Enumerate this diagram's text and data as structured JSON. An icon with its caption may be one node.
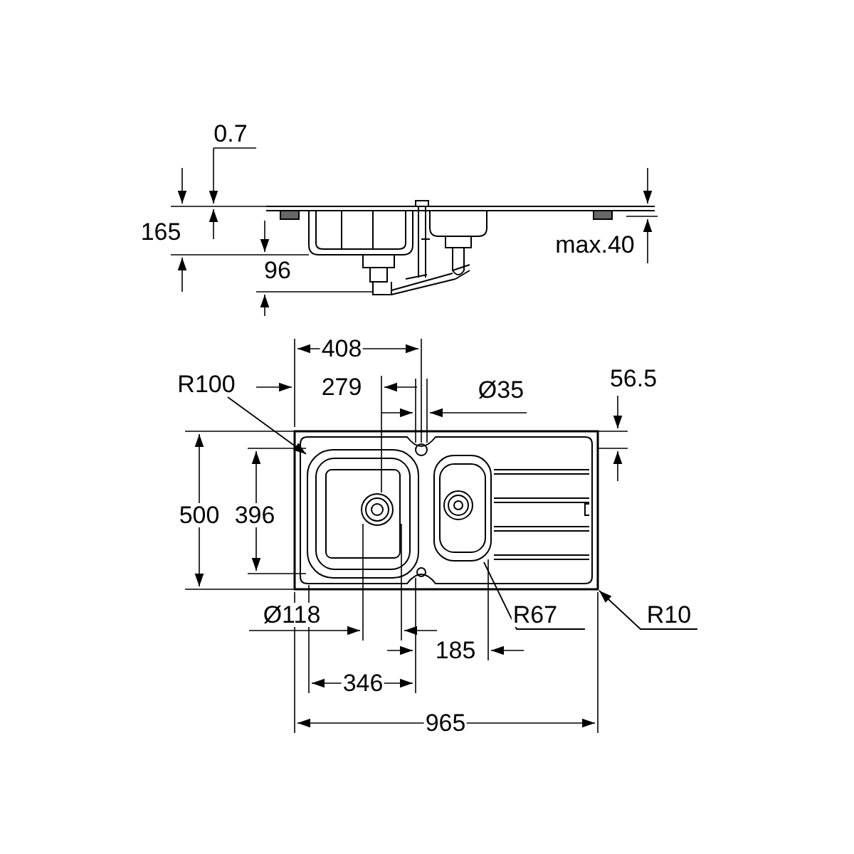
{
  "diagram": {
    "nodes": [
      {
        "text": [
          "R100"
        ]
      },
      {
        "text": [
          "R67"
        ]
      },
      {
        "text": [
          "R10"
        ]
      },
      {
        "text": [],
        "shape": "picture"
      }
    ],
    "edges": [
      {
        "from": 0,
        "to": 3,
        "arrow": "to"
      },
      {
        "from": 1,
        "to": 3,
        "arrow": "none"
      },
      {
        "from": 2,
        "to": 3,
        "arrow": "to"
      }
    ],
    "labels": [
      "0.7",
      "165",
      "96",
      "max.40",
      "408",
      "279",
      "Ø35",
      "56.5",
      "500",
      "396",
      "Ø118",
      "185",
      "346",
      "965"
    ]
  }
}
